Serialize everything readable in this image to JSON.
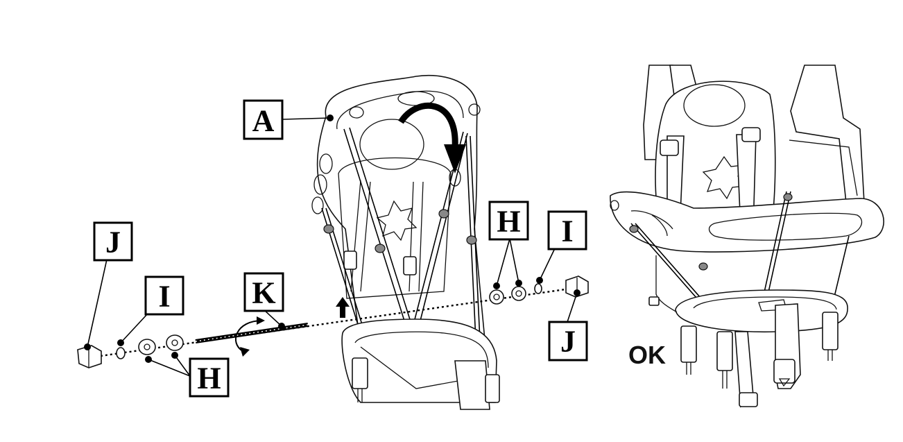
{
  "labels": {
    "A": "A",
    "H_left": "H",
    "H_right": "H",
    "I_left": "I",
    "I_right": "I",
    "J_left": "J",
    "J_right": "J",
    "K": "K"
  },
  "ok_text": "OK",
  "icons": [
    "rotate-arrow-icon",
    "curved-arrow-icon",
    "up-arrow-icon"
  ]
}
